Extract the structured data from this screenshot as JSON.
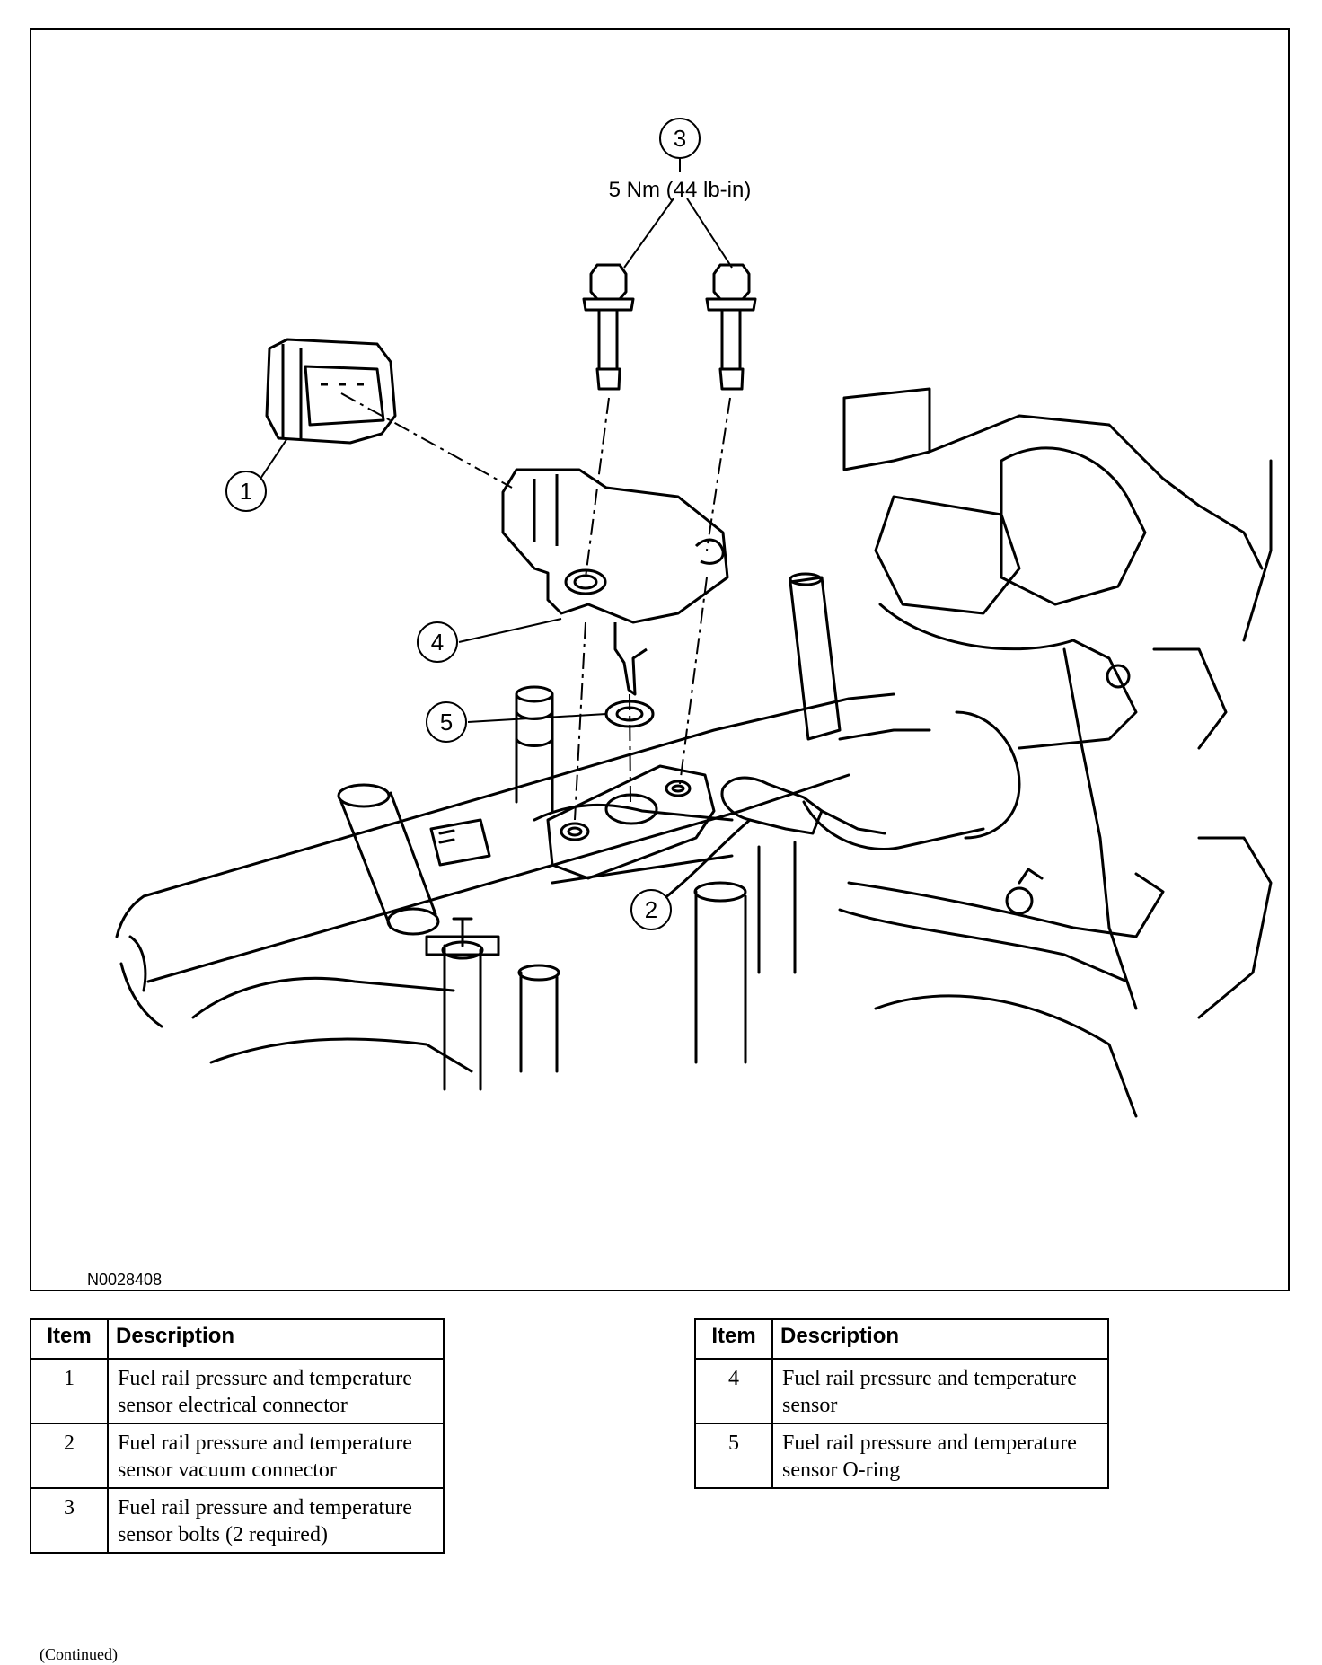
{
  "figure": {
    "id": "N0028408",
    "callouts": [
      "1",
      "2",
      "3",
      "4",
      "5"
    ],
    "torque_spec": "5 Nm (44 lb-in)"
  },
  "table_left": {
    "headers": {
      "item": "Item",
      "description": "Description"
    },
    "rows": [
      {
        "item": "1",
        "description": "Fuel rail pressure and temperature sensor electrical connector"
      },
      {
        "item": "2",
        "description": "Fuel rail pressure and temperature sensor vacuum connector"
      },
      {
        "item": "3",
        "description": "Fuel rail pressure and temperature sensor bolts (2 required)"
      }
    ]
  },
  "table_right": {
    "headers": {
      "item": "Item",
      "description": "Description"
    },
    "rows": [
      {
        "item": "4",
        "description": "Fuel rail pressure and temperature sensor"
      },
      {
        "item": "5",
        "description": "Fuel rail pressure and temperature sensor O-ring"
      }
    ]
  },
  "footer": {
    "continued": "(Continued)"
  }
}
